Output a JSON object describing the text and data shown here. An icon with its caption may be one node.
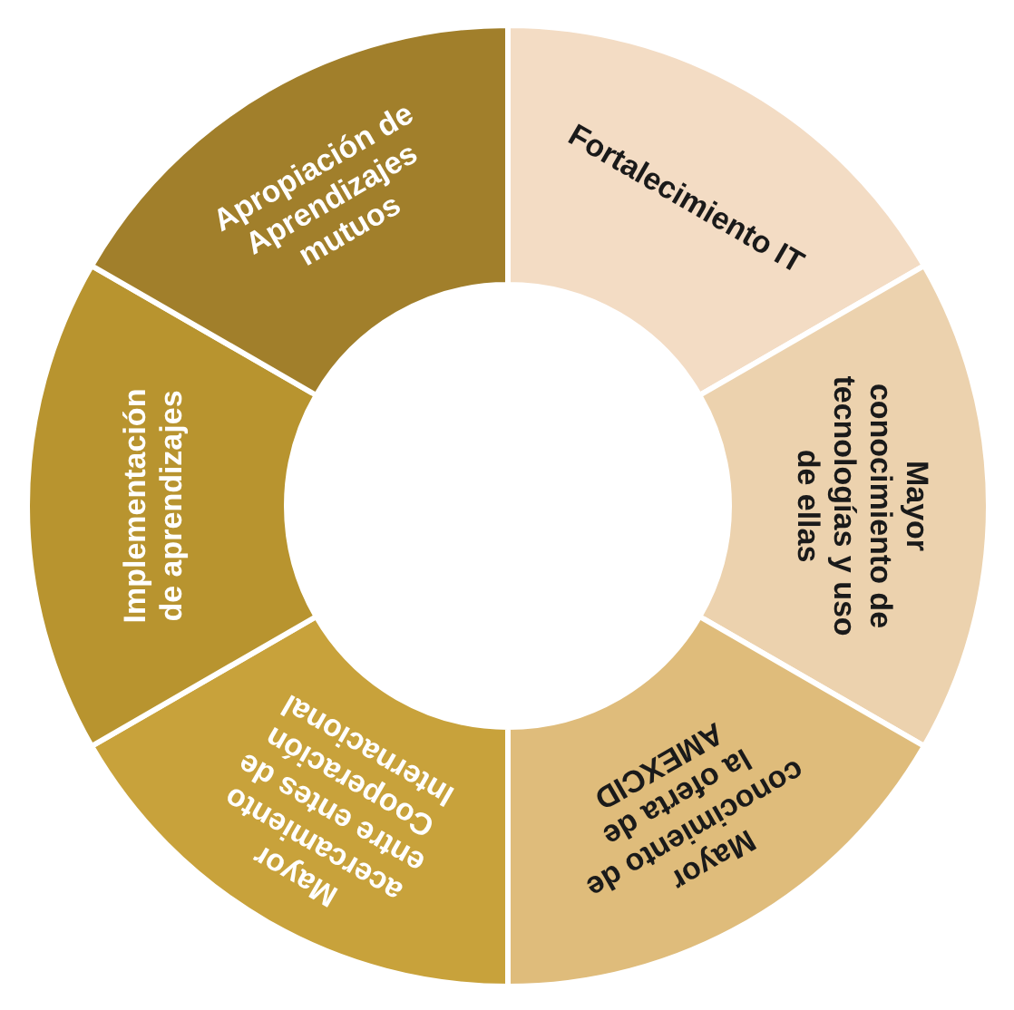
{
  "diagram": {
    "nodes": [
      {
        "text": [
          "Fortalecimiento IT"
        ]
      },
      {
        "text": [
          "Mayor conocimiento de tecnologías y uso de ellas"
        ]
      },
      {
        "text": [
          "Mayor conocimiento de la oferta de AMEXCID"
        ]
      },
      {
        "text": [
          "Mayor acercamiento entre entes de Cooperación Internacional"
        ]
      },
      {
        "text": [
          "Implementación de aprendizajes"
        ]
      },
      {
        "text": [
          "Apropiación de Aprendizajes mutuos"
        ]
      }
    ]
  }
}
